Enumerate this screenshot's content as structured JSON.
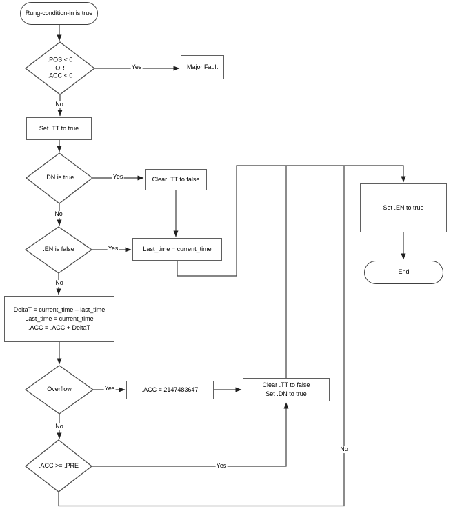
{
  "flowchart": {
    "nodes": {
      "start": {
        "shape": "terminator",
        "label": "Rung-condition-in is true"
      },
      "check_neg": {
        "shape": "decision",
        "label": ".POS < 0\nOR\n.ACC < 0"
      },
      "major_fault": {
        "shape": "process",
        "label": "Major Fault"
      },
      "set_tt": {
        "shape": "process",
        "label": "Set .TT to true"
      },
      "dn_true": {
        "shape": "decision",
        "label": ".DN is true"
      },
      "clear_tt": {
        "shape": "process",
        "label": "Clear .TT to false"
      },
      "en_false": {
        "shape": "decision",
        "label": ".EN is false"
      },
      "last_time": {
        "shape": "process",
        "label": "Last_time = current_time"
      },
      "delta": {
        "shape": "process",
        "label": "DeltaT = current_time – last_time\nLast_time = current_time\n.ACC = .ACC + DeltaT"
      },
      "overflow": {
        "shape": "decision",
        "label": "Overflow"
      },
      "acc_max": {
        "shape": "process",
        "label": ".ACC = 2147483647"
      },
      "clear_tt_set_dn": {
        "shape": "process",
        "label": "Clear .TT to false\nSet .DN to true"
      },
      "acc_pre": {
        "shape": "decision",
        "label": ".ACC >= .PRE"
      },
      "set_en": {
        "shape": "process",
        "label": "Set .EN to true"
      },
      "end": {
        "shape": "terminator",
        "label": "End"
      }
    },
    "edge_labels": {
      "neg_yes": "Yes",
      "neg_no": "No",
      "dn_yes": "Yes",
      "dn_no": "No",
      "en_yes": "Yes",
      "en_no": "No",
      "ovf_yes": "Yes",
      "ovf_no": "No",
      "pre_yes": "Yes",
      "pre_no": "No"
    },
    "colors": {
      "line": "#3f3f3f",
      "shape_border": "#5f5f5f",
      "shape_fill": "#ffffff",
      "text": "#000000"
    }
  }
}
